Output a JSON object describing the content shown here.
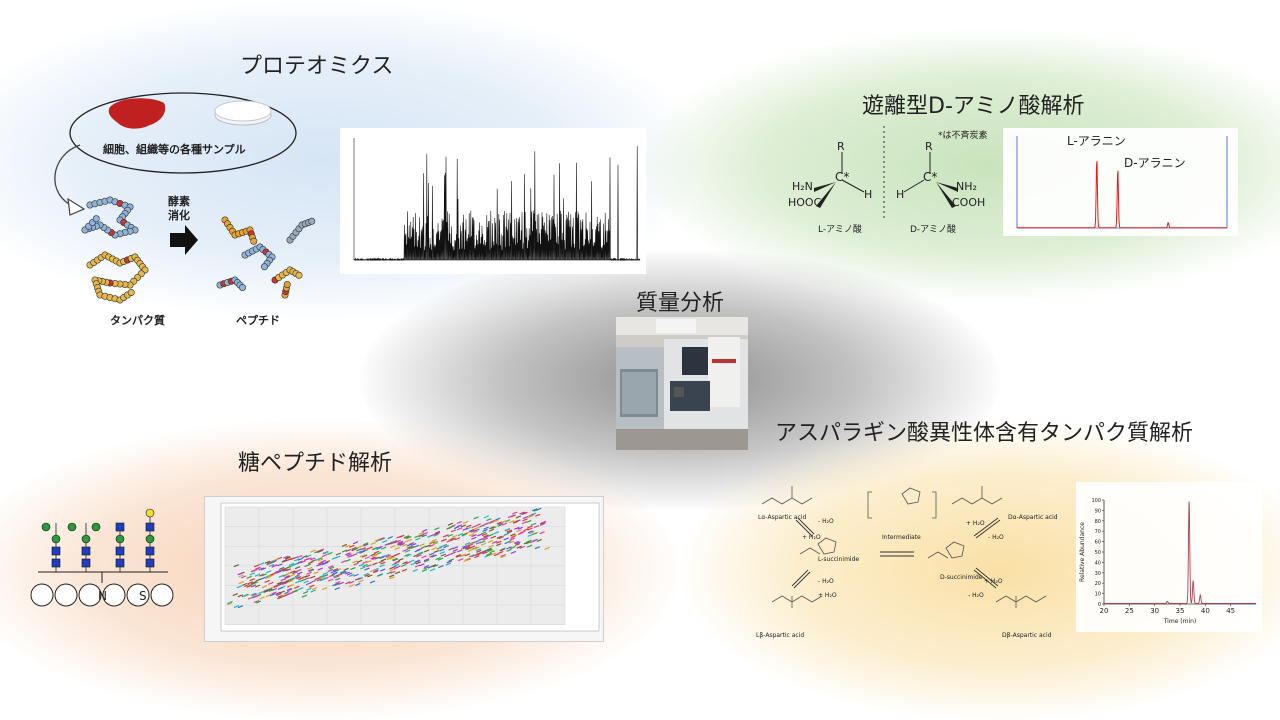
{
  "sections": {
    "proteomics": {
      "title": "プロテオミクス",
      "sample_label": "細胞、組織等の各種サンプル",
      "enzyme_label_1": "酵素",
      "enzyme_label_2": "消化",
      "protein_label": "タンパク質",
      "peptide_label": "ペプチド"
    },
    "d_amino": {
      "title": "遊離型D-アミノ酸解析",
      "asym_note": "*は不斉炭素",
      "l_label": "L-アミノ酸",
      "d_label": "D-アミノ酸",
      "r_group": "R",
      "h2n": "H₂N",
      "hooc": "HOOC",
      "h": "H",
      "nh2": "NH₂",
      "cooh": "COOH",
      "c_star": "C*",
      "l_peak": "L-アラニン",
      "d_peak": "D-アラニン"
    },
    "mass_spec": {
      "title": "質量分析"
    },
    "glyco": {
      "title": "糖ペプチド解析",
      "n_label": "N",
      "s_label": "S"
    },
    "asp": {
      "title": "アスパラギン酸異性体含有タンパク質解析",
      "l_alpha": "Lα-Aspartic acid",
      "d_alpha": "Dα-Aspartic acid",
      "l_succ": "L-succinimide",
      "d_succ": "D-succinimide",
      "intermediate": "Intermediate",
      "l_beta": "Lβ-Aspartic acid",
      "d_beta": "Dβ-Aspartic acid",
      "minus_h2o": "- H₂O",
      "plus_h2o": "+ H₂O",
      "ylabel": "Relative Abundance",
      "xlabel": "Time (min)"
    }
  },
  "colors": {
    "blue_glow": "#dbe8f6",
    "green_glow": "#cfe6c2",
    "gray_glow": "#9e9e9e",
    "orange_glow": "#f9d9c2",
    "yellow_glow": "#fbe7b6",
    "liver": "#c0201f",
    "peak_red": "#e02020"
  },
  "chart_data": [
    {
      "type": "line",
      "name": "asp-chromatogram",
      "xlabel": "Time (min)",
      "ylabel": "Relative Abundance",
      "xlim": [
        20,
        50
      ],
      "ylim": [
        0,
        100
      ],
      "x_ticks": [
        20,
        25,
        30,
        35,
        40,
        45
      ],
      "y_ticks": [
        0,
        10,
        20,
        30,
        40,
        50,
        60,
        70,
        80,
        90,
        100
      ],
      "peaks": [
        {
          "x": 32.5,
          "y": 2
        },
        {
          "x": 36.8,
          "y": 98
        },
        {
          "x": 37.6,
          "y": 22
        },
        {
          "x": 39.0,
          "y": 8
        }
      ]
    },
    {
      "type": "line",
      "name": "d-amino-chromatogram",
      "peaks": [
        {
          "label": "L-アラニン",
          "rel_x": 0.38,
          "y": 0.82
        },
        {
          "label": "D-アラニン",
          "rel_x": 0.48,
          "y": 0.7
        },
        {
          "label": "",
          "rel_x": 0.72,
          "y": 0.06
        }
      ]
    }
  ]
}
